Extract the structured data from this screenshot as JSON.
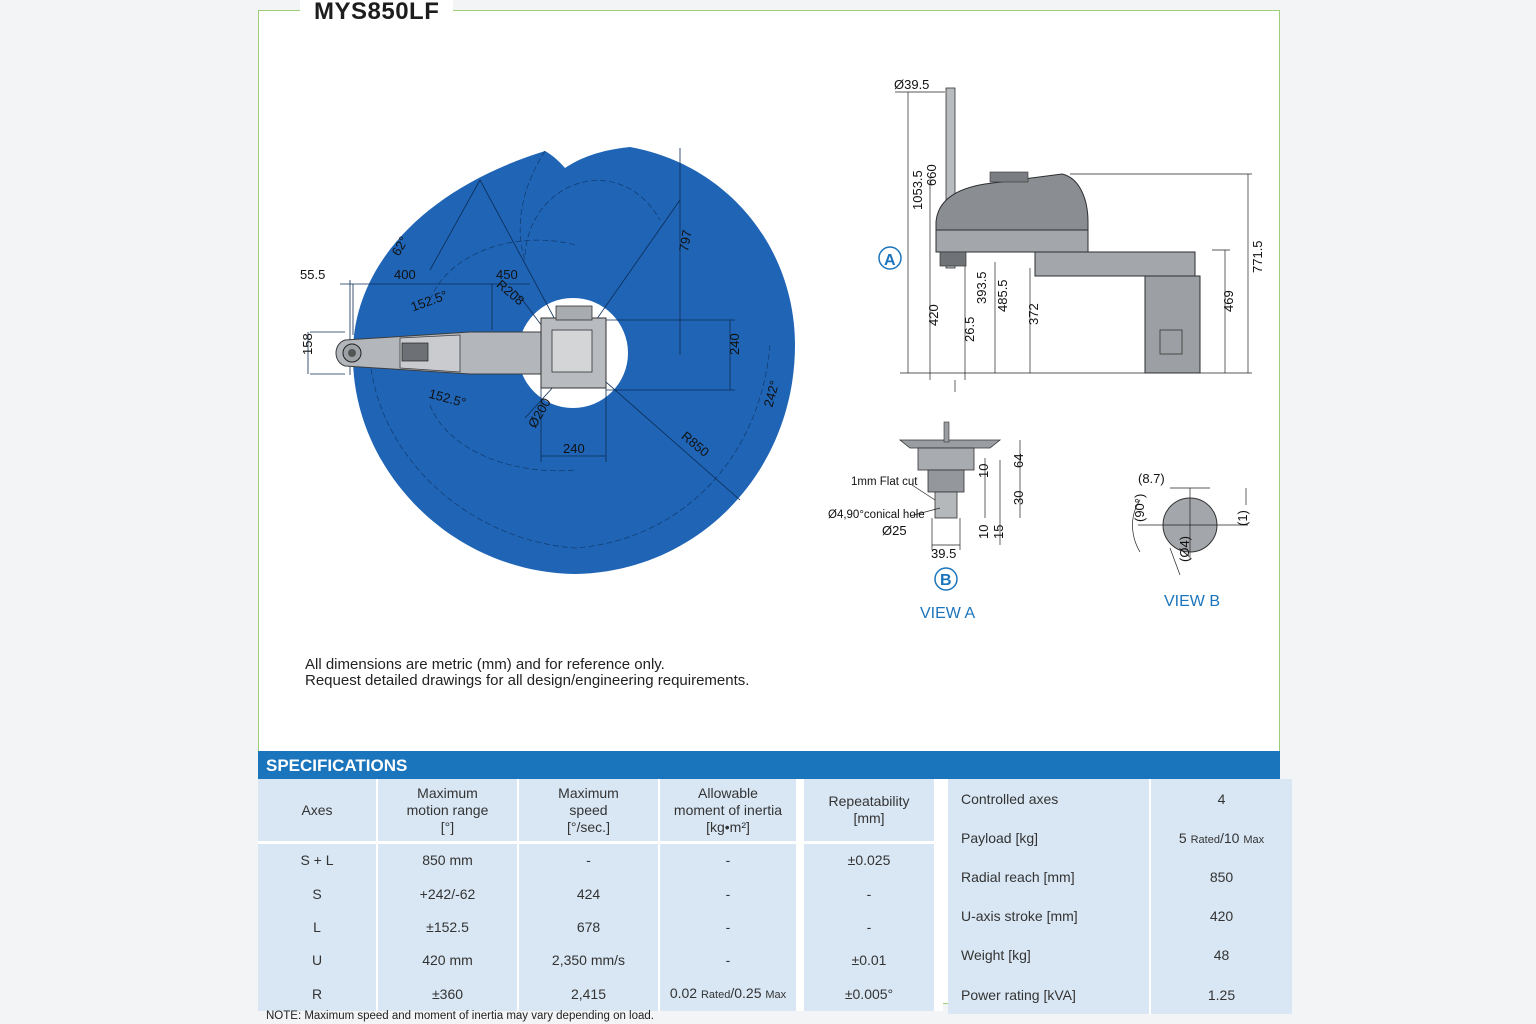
{
  "model": "MYS850LF",
  "drawing": {
    "top_view_labels": [
      "55.5",
      "400",
      "450",
      "62°",
      "152.5°",
      "R208",
      "158",
      "152.5°",
      "Ø200",
      "240",
      "240",
      "797",
      "242°",
      "R850"
    ],
    "side_view_labels": [
      "Ø39.5",
      "1053.5",
      "660",
      "420",
      "393.5",
      "485.5",
      "26.5",
      "372",
      "469",
      "771.5"
    ],
    "view_a_labels": [
      "1mm Flat cut",
      "Ø4,90°conical hole",
      "Ø25",
      "39.5",
      "10",
      "64",
      "30",
      "10",
      "15"
    ],
    "view_b_labels": [
      "(8.7)",
      "(90°)",
      "(1)",
      "(Ø4)"
    ],
    "markers": {
      "a": "A",
      "b": "B"
    },
    "view_a_caption": "VIEW A",
    "view_b_caption": "VIEW B",
    "colors": {
      "work_area": "#1f64b5",
      "accent_blue": "#1b75bc",
      "frame_green": "#9ccf7a",
      "robot_gray": "#8a8d91"
    }
  },
  "notes": {
    "line1": "All dimensions are metric (mm) and for reference only.",
    "line2": "Request detailed drawings for all design/engineering requirements."
  },
  "specifications": {
    "title": "SPECIFICATIONS",
    "headers": {
      "axes": "Axes",
      "range": [
        "Maximum",
        "motion range",
        "[°]"
      ],
      "speed": [
        "Maximum",
        "speed",
        "[°/sec.]"
      ],
      "inertia": [
        "Allowable",
        "moment of inertia",
        "[kg•m²]"
      ],
      "repeat": [
        "Repeatability",
        "[mm]"
      ]
    },
    "rows": [
      {
        "axis": "S + L",
        "range": "850 mm",
        "speed": "-",
        "inertia": "-",
        "repeat": "±0.025"
      },
      {
        "axis": "S",
        "range": "+242/-62",
        "speed": "424",
        "inertia": "-",
        "repeat": "-"
      },
      {
        "axis": "L",
        "range": "±152.5",
        "speed": "678",
        "inertia": "-",
        "repeat": "-"
      },
      {
        "axis": "U",
        "range": "420 mm",
        "speed": "2,350 mm/s",
        "inertia": "-",
        "repeat": "±0.01"
      },
      {
        "axis": "R",
        "range": "±360",
        "speed": "2,415",
        "inertia_main": "0.02",
        "inertia_rated": "Rated",
        "inertia_sep": "/",
        "inertia_max_val": "0.25",
        "inertia_max": "Max",
        "repeat": "±0.005°"
      }
    ],
    "side": [
      {
        "label": "Controlled axes",
        "value": "4"
      },
      {
        "label": "Payload [kg]",
        "value_main": "5",
        "value_rated": "Rated",
        "value_sep": "/",
        "value_max_val": "10",
        "value_max": "Max"
      },
      {
        "label": "Radial reach [mm]",
        "value": "850"
      },
      {
        "label": "U-axis stroke [mm]",
        "value": "420"
      },
      {
        "label": "Weight [kg]",
        "value": "48"
      },
      {
        "label": "Power rating [kVA]",
        "value": "1.25"
      }
    ]
  },
  "footnote": "NOTE: Maximum speed and moment of inertia may vary depending on load."
}
